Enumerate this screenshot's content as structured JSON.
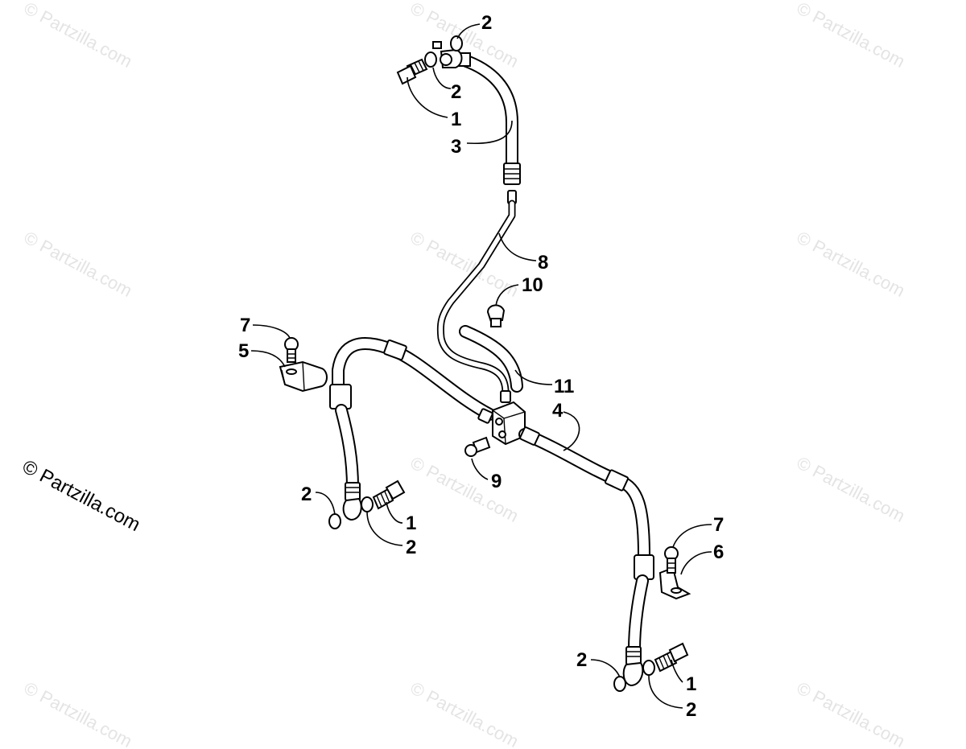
{
  "watermark": {
    "tile_text": "© Partzilla.com",
    "main_text": "© Partzilla.com"
  },
  "callouts": {
    "c1": "2",
    "c2": "2",
    "c3": "1",
    "c4": "3",
    "c5": "8",
    "c6": "10",
    "c7": "7",
    "c8": "5",
    "c9": "11",
    "c10": "4",
    "c11": "9",
    "c12": "2",
    "c13": "1",
    "c14": "2",
    "c15": "7",
    "c16": "6",
    "c17": "2",
    "c18": "1",
    "c19": "2"
  },
  "colors": {
    "ink": "#000000",
    "watermark": "#e4e4e4",
    "paper": "#ffffff"
  }
}
